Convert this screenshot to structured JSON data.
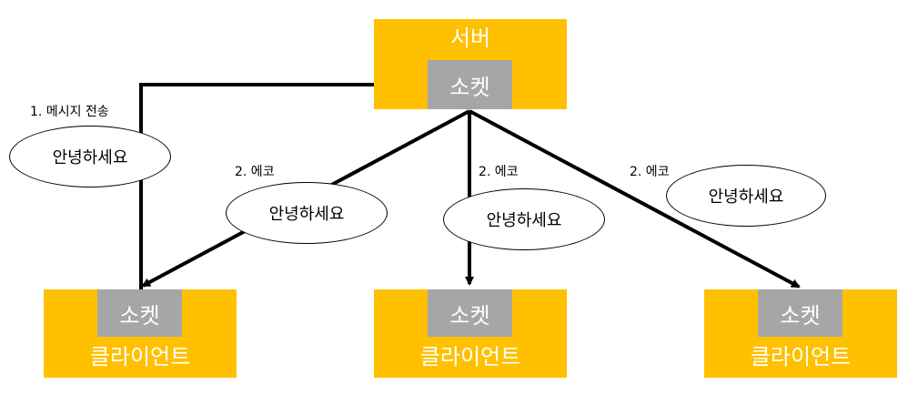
{
  "server": {
    "title": "서버",
    "socket": "소켓"
  },
  "clients": [
    {
      "title": "클라이언트",
      "socket": "소켓"
    },
    {
      "title": "클라이언트",
      "socket": "소켓"
    },
    {
      "title": "클라이언트",
      "socket": "소켓"
    }
  ],
  "edges": {
    "send_label": "1. 메시지 전송",
    "echo_labels": [
      "2. 에코",
      "2. 에코",
      "2. 에코"
    ]
  },
  "messages": {
    "sent": "안녕하세요",
    "echoes": [
      "안녕하세요",
      "안녕하세요",
      "안녕하세요"
    ]
  },
  "colors": {
    "box": "#FFC000",
    "socket": "#A6A6A6",
    "line": "#000000"
  }
}
